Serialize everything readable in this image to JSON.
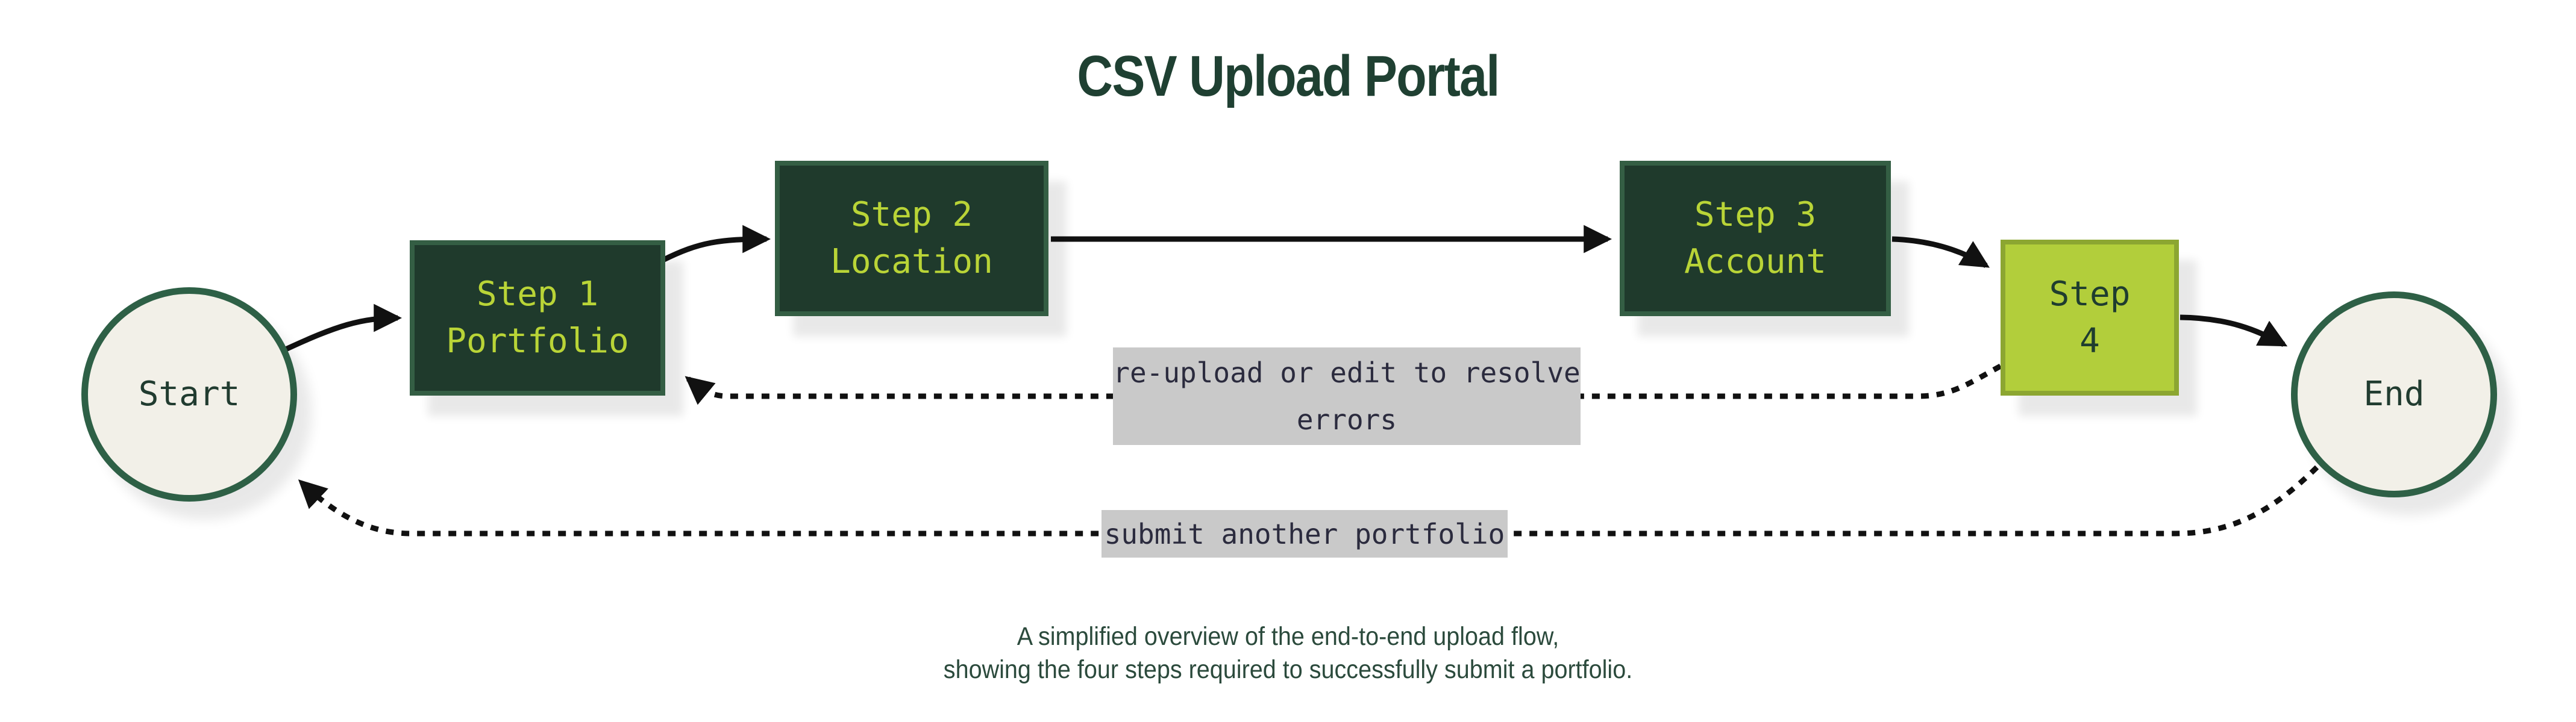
{
  "title": "CSV Upload Portal",
  "nodes": {
    "start": {
      "label": "Start"
    },
    "step1": {
      "line1": "Step 1",
      "line2": "Portfolio"
    },
    "step2": {
      "line1": "Step 2",
      "line2": "Location"
    },
    "step3": {
      "line1": "Step 3",
      "line2": "Account"
    },
    "step4": {
      "line1": "Step",
      "line2": "4"
    },
    "end": {
      "label": "End"
    }
  },
  "edge_labels": {
    "reupload": {
      "line1": "re-upload or edit to resolve",
      "line2": "errors"
    },
    "resubmit": {
      "line1": "submit another portfolio"
    }
  },
  "caption": {
    "line1": "A simplified overview of the end-to-end upload flow,",
    "line2": "showing the four steps required to successfully submit a portfolio."
  },
  "colors": {
    "page_bg": "#ffffff",
    "title_color": "#1f4032",
    "caption_color": "#2b4a3c",
    "box_fill": "#1f3a2c",
    "box_border": "#345e44",
    "box_text": "#b9d437",
    "step4_fill": "#b2ce3b",
    "step4_border": "#8ca631",
    "step4_text": "#1f3d2f",
    "terminal_fill": "#f2f0e8",
    "terminal_border": "#2e6046",
    "terminal_text": "#213c30",
    "edge_color": "#111111",
    "edge_label_bg": "#c9c9c9",
    "edge_label_text": "#2b2b3e"
  }
}
